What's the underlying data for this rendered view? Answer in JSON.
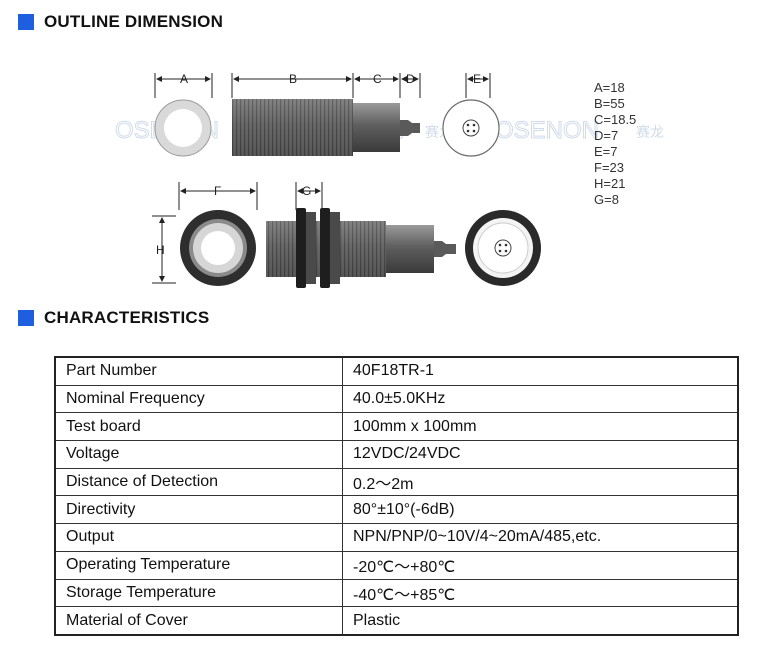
{
  "sections": {
    "outline": "OUTLINE DIMENSION",
    "characteristics": "CHARACTERISTICS"
  },
  "drawing": {
    "labels": {
      "A": "A",
      "B": "B",
      "C": "C",
      "D": "D",
      "E": "E",
      "F": "F",
      "G": "G",
      "H": "H"
    },
    "watermark": "OSENON",
    "watermark_cn": "赛龙",
    "colors": {
      "accent": "#1e5fe0",
      "body": "#6f6f6f",
      "dark": "#222222",
      "watermark": "#a8bfd8"
    }
  },
  "dimensions": [
    "A=18",
    "B=55",
    "C=18.5",
    "D=7",
    "E=7",
    "F=23",
    "H=21",
    "G=8"
  ],
  "characteristics": [
    {
      "label": "Part Number",
      "value": "40F18TR-1"
    },
    {
      "label": "Nominal Frequency",
      "value": "40.0±5.0KHz"
    },
    {
      "label": "Test board",
      "value": "100mm x 100mm"
    },
    {
      "label": "Voltage",
      "value": "12VDC/24VDC"
    },
    {
      "label": "Distance of Detection",
      "value": "0.2～2m"
    },
    {
      "label": "Directivity",
      "value": "80°±10°(-6dB)"
    },
    {
      "label": "Output",
      "value": "NPN/PNP/0~10V/4~20mA/485,etc."
    },
    {
      "label": "Operating Temperature",
      "value": "-20℃～+80℃"
    },
    {
      "label": "Storage Temperature",
      "value": "-40℃～+85℃"
    },
    {
      "label": "Material of Cover",
      "value": "Plastic"
    }
  ]
}
